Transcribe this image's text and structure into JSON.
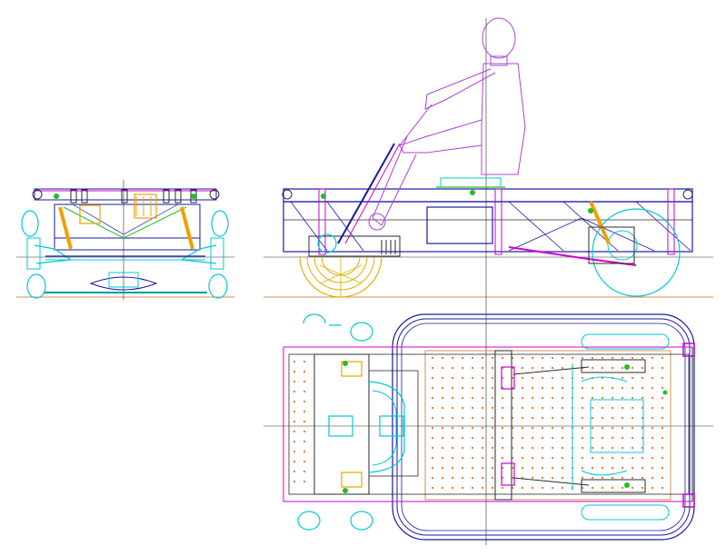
{
  "drawing": {
    "colors": {
      "background": "#ffffff",
      "frame": "#1a1aa8",
      "outline": "#2b2b2b",
      "suspension": "#00c8d8",
      "wheel_side": "#e0b000",
      "rider": "#b040d8",
      "spring": "#f0a000",
      "accent_green": "#20c020",
      "accent_magenta": "#d000d0",
      "floor": "#d09050",
      "dots": "#e07030",
      "teal": "#009aa0"
    },
    "views": [
      "front-view",
      "side-view",
      "top-view"
    ]
  }
}
